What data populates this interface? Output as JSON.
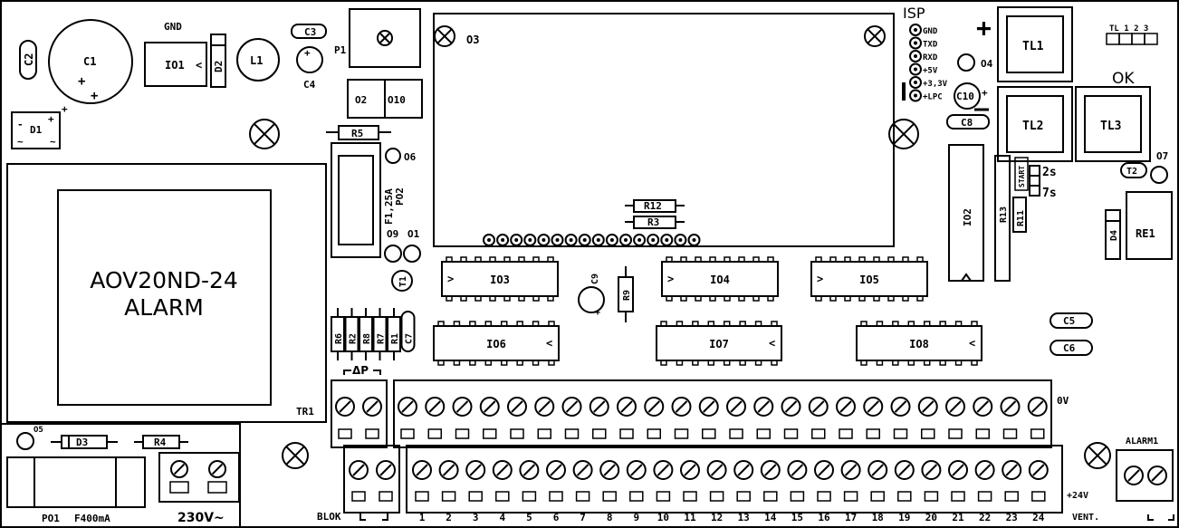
{
  "board": {
    "transformer_model": "AOV20ND-24",
    "transformer_function": "ALARM",
    "transformer_ref": "TR1",
    "mcu_ref": "O3",
    "isp_title": "ISP",
    "isp_pins": [
      "GND",
      "TXD",
      "RXD",
      "+5V",
      "+3,3V",
      "+LPC"
    ],
    "plus_sign": "+",
    "ok_label": "OK",
    "tl_header_label": "TL 1 2 3",
    "zero_volt": "0V",
    "plus24": "+24V",
    "vent": "VENT.",
    "alarm1": "ALARM1",
    "blok": "BLOK",
    "dp": "ΔP",
    "voltage_label": "230V~",
    "fuse_main": "F400mA",
    "fuse_main_ref": "PO1",
    "fuse2_ref": "PO2",
    "fuse2_value": "F1,25A",
    "start_label": "START",
    "time_2s": "2s",
    "time_7s": "7s",
    "gnd_top": "GND",
    "terminal_numbers": [
      "1",
      "2",
      "3",
      "4",
      "5",
      "6",
      "7",
      "8",
      "9",
      "10",
      "11",
      "12",
      "13",
      "14",
      "15",
      "16",
      "17",
      "18",
      "19",
      "20",
      "21",
      "22",
      "23",
      "24"
    ]
  },
  "components": {
    "c1": "C1",
    "c2": "C2",
    "c3": "C3",
    "c4": "C4",
    "c5": "C5",
    "c6": "C6",
    "c7": "C7",
    "c8": "C8",
    "c9": "C9",
    "c10": "C10",
    "d1": "D1",
    "d2": "D2",
    "d3": "D3",
    "d4": "D4",
    "io1": "IO1",
    "io2": "IO2",
    "io3": "IO3",
    "io4": "IO4",
    "io5": "IO5",
    "io6": "IO6",
    "io7": "IO7",
    "io8": "IO8",
    "l1": "L1",
    "p1": "P1",
    "r1": "R1",
    "r2": "R2",
    "r3": "R3",
    "r4": "R4",
    "r5": "R5",
    "r6": "R6",
    "r7": "R7",
    "r8": "R8",
    "r9": "R9",
    "r11": "R11",
    "r12": "R12",
    "r13": "R13",
    "t1": "T1",
    "t2": "T2",
    "re1": "RE1",
    "tl1": "TL1",
    "tl2": "TL2",
    "tl3": "TL3",
    "o1": "O1",
    "o2": "O2",
    "o4": "O4",
    "o5": "O5",
    "o6": "O6",
    "o7": "O7",
    "o9": "O9",
    "o10": "O10"
  }
}
